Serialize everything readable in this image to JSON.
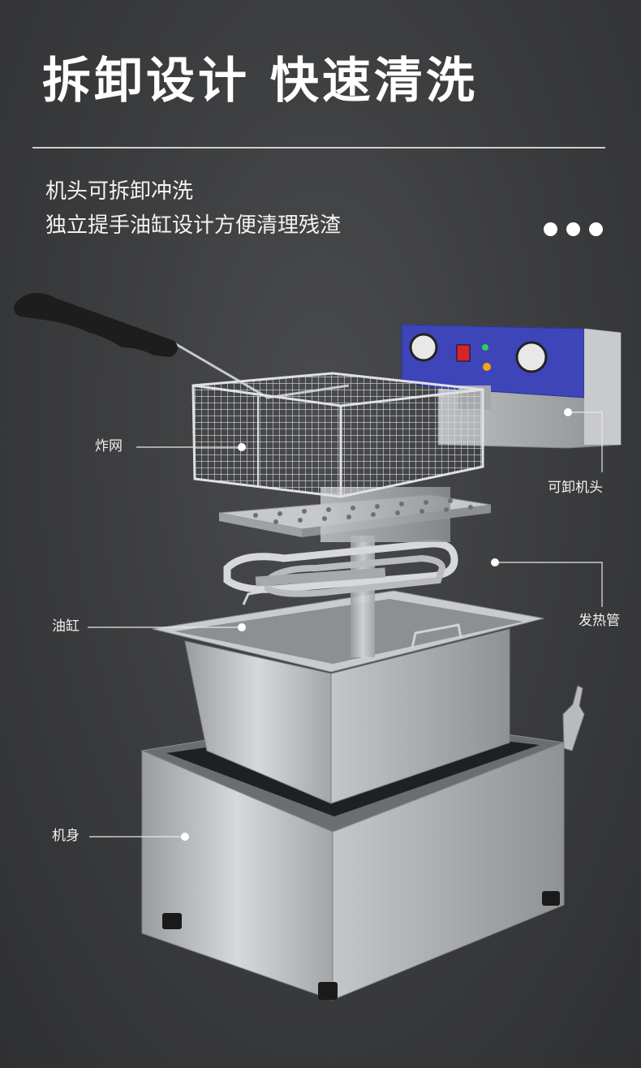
{
  "header": {
    "title": "拆卸设计  快速清洗",
    "desc_line1": "机头可拆卸冲洗",
    "desc_line2": "独立提手油缸设计方便清理残渣"
  },
  "callouts": {
    "basket": "炸网",
    "head": "可卸机头",
    "heater": "发热管",
    "tank": "油缸",
    "body": "机身"
  },
  "colors": {
    "background": "#3a3b3d",
    "text": "#ffffff",
    "steel": "#b9bbbd",
    "panel": "#3d45b8"
  }
}
